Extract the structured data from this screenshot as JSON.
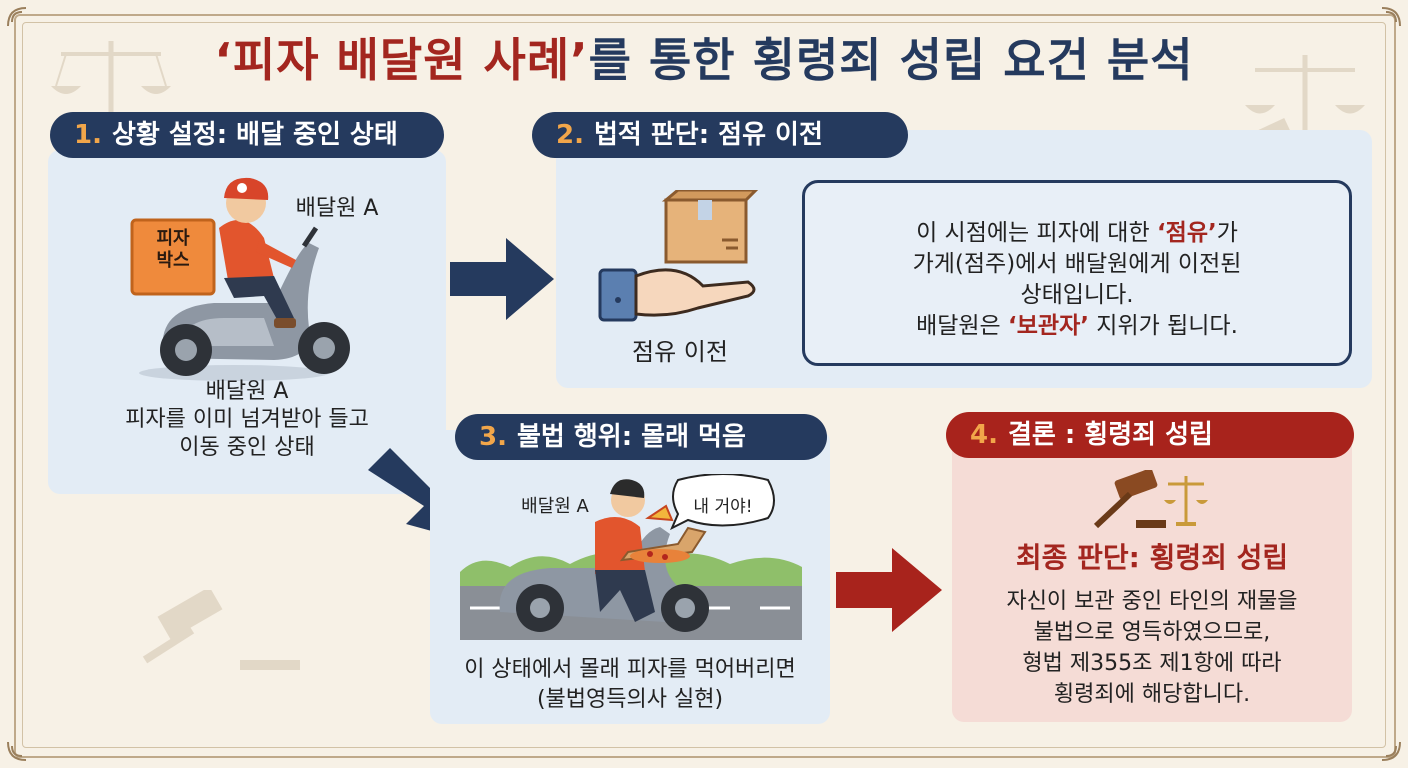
{
  "title": {
    "highlight": "‘피자 배달원 사례’",
    "rest": "를 통한 횡령죄 성립 요건 분석"
  },
  "step1": {
    "number": "1.",
    "label": "상황 설정: 배달 중인 상태",
    "rider_label": "배달원 A",
    "box_line1": "피자",
    "box_line2": "박스",
    "caption_name": "배달원 A",
    "caption_line1": "피자를 이미 넘겨받아 들고",
    "caption_line2": "이동 중인 상태"
  },
  "step2": {
    "number": "2.",
    "label": "법적 판단: 점유 이전",
    "icon_caption": "점유 이전",
    "line1_pre": "이 시점에는 피자에 대한 ",
    "line1_hl": "‘점유’",
    "line1_post": "가",
    "line2": "가게(점주)에서 배달원에게 이전된",
    "line3": "상태입니다.",
    "line4_pre": "배달원은 ",
    "line4_hl": "‘보관자’",
    "line4_post": " 지위가 됩니다."
  },
  "step3": {
    "number": "3.",
    "label": "불법 행위: 몰래 먹음",
    "rider_label": "배달원 A",
    "speech": "내 거야!",
    "caption_line1": "이 상태에서 몰래 피자를 먹어버리면",
    "caption_line2": "(불법영득의사 실현)"
  },
  "step4": {
    "number": "4.",
    "label": "결론 : 횡령죄 성립",
    "verdict": "최종 판단: 횡령죄 성립",
    "line1": "자신이 보관 중인 타인의 재물을",
    "line2": "불법으로 영득하였으므로,",
    "line3": "형법 제355조 제1항에 따라",
    "line4": "횡령죄에 해당합니다."
  },
  "colors": {
    "navy": "#253a5e",
    "accent_red": "#a3261f",
    "orange": "#f2a64a",
    "panel_blue": "#e3ecf5",
    "panel_red": "#f5dcd6"
  }
}
